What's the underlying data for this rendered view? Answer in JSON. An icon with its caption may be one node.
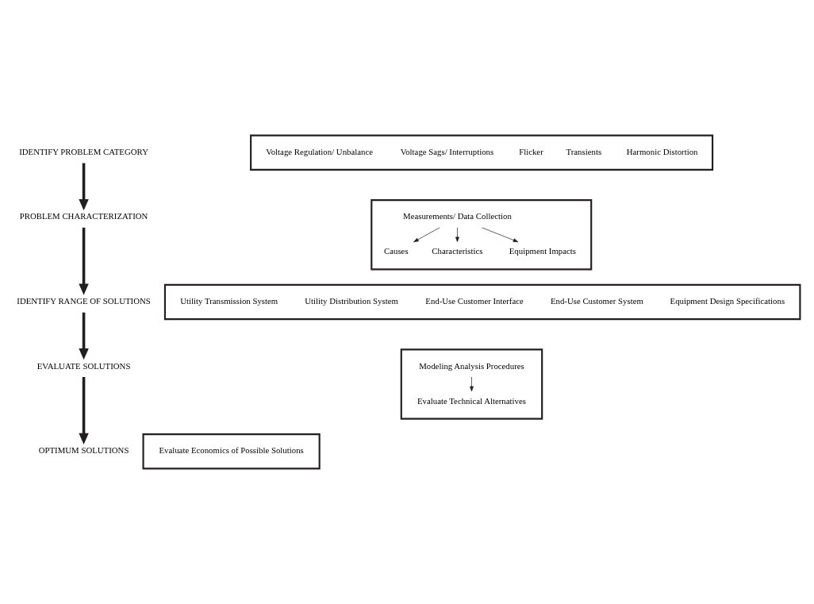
{
  "diagram": {
    "nodes": [
      {
        "text": [
          "IDENTIFY PROBLEM CATEGORY"
        ]
      },
      {
        "text": [],
        "shape": "box"
      },
      {
        "text": [
          "Voltage Regulation/ Unbalance"
        ],
        "in": 1
      },
      {
        "text": [
          "Voltage Sags/ Interruptions"
        ],
        "in": 1
      },
      {
        "text": [
          "Flicker"
        ],
        "in": 1
      },
      {
        "text": [
          "Transients"
        ],
        "in": 1
      },
      {
        "text": [
          "Harmonic Distortion"
        ],
        "in": 1
      },
      {
        "text": [
          "PROBLEM CHARACTERIZATION"
        ]
      },
      {
        "text": [],
        "shape": "box"
      },
      {
        "text": [
          "Measurements/ Data Collection"
        ],
        "in": 8
      },
      {
        "text": [
          "Causes"
        ],
        "in": 8
      },
      {
        "text": [
          "Characteristics"
        ],
        "in": 8
      },
      {
        "text": [
          "Equipment Impacts"
        ],
        "in": 8
      },
      {
        "text": [
          "IDENTIFY RANGE OF SOLUTIONS"
        ]
      },
      {
        "text": [],
        "shape": "box"
      },
      {
        "text": [
          "Utility Transmission System"
        ],
        "in": 14
      },
      {
        "text": [
          "Utility Distribution System"
        ],
        "in": 14
      },
      {
        "text": [
          "End-Use Customer Interface"
        ],
        "in": 14
      },
      {
        "text": [
          "End-Use Customer System"
        ],
        "in": 14
      },
      {
        "text": [
          "Equipment Design Specifications"
        ],
        "in": 14
      },
      {
        "text": [
          "EVALUATE SOLUTIONS"
        ]
      },
      {
        "text": [],
        "shape": "box"
      },
      {
        "text": [
          "Modeling Analysis Procedures"
        ],
        "in": 21
      },
      {
        "text": [
          "Evaluate Technical Alternatives"
        ],
        "in": 21
      },
      {
        "text": [
          "OPTIMUM SOLUTIONS"
        ]
      },
      {
        "text": [],
        "shape": "box"
      },
      {
        "text": [
          "Evaluate Economics of Possible Solutions"
        ],
        "in": 25
      }
    ],
    "edges": [
      {
        "from": 0,
        "to": 7,
        "arrow": "to",
        "style": "thick"
      },
      {
        "from": 7,
        "to": 13,
        "arrow": "to",
        "style": "thick"
      },
      {
        "from": 13,
        "to": 20,
        "arrow": "to",
        "style": "thick"
      },
      {
        "from": 20,
        "to": 24,
        "arrow": "to",
        "style": "thick"
      },
      {
        "from": 9,
        "to": 10,
        "arrow": "to"
      },
      {
        "from": 9,
        "to": 11,
        "arrow": "to"
      },
      {
        "from": 9,
        "to": 12,
        "arrow": "to"
      },
      {
        "from": 22,
        "to": 23,
        "arrow": "to"
      }
    ]
  }
}
